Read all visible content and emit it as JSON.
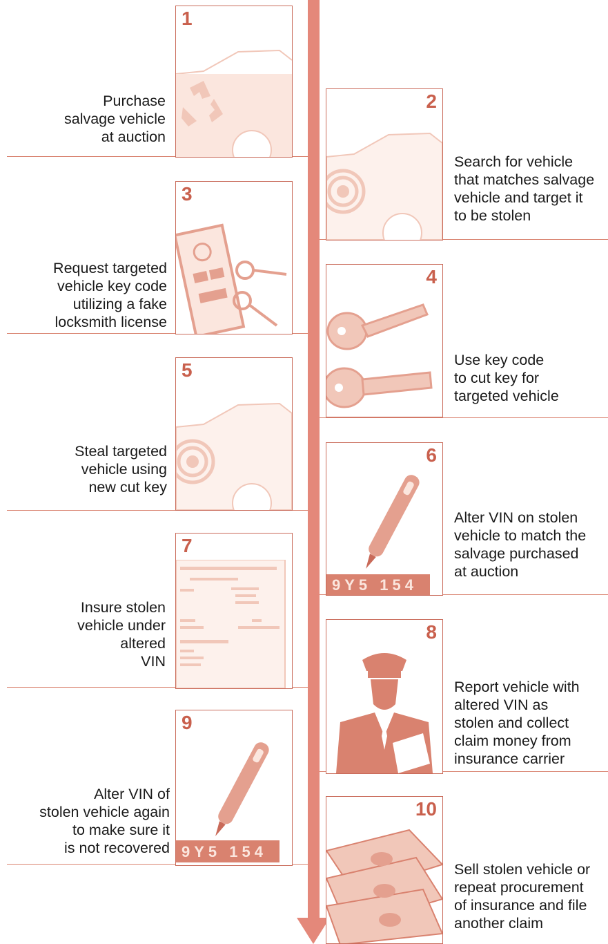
{
  "colors": {
    "accent": "#e4887a",
    "number": "#c9604d",
    "illustration": "#f1c7b9"
  },
  "steps": [
    {
      "num": "1",
      "text": "Purchase\nsalvage vehicle\nat auction",
      "icon": "salvage-car-recycle-icon"
    },
    {
      "num": "2",
      "text": "Search for vehicle\nthat matches salvage\nvehicle and target it\nto be stolen",
      "icon": "target-car-icon"
    },
    {
      "num": "3",
      "text": "Request targeted\nvehicle key code\nutilizing a fake\nlocksmith license",
      "icon": "license-keys-icon"
    },
    {
      "num": "4",
      "text": "Use key code\nto cut key for\ntargeted vehicle",
      "icon": "keys-icon"
    },
    {
      "num": "5",
      "text": "Steal targeted\nvehicle using\nnew cut key",
      "icon": "target-car-icon"
    },
    {
      "num": "6",
      "text": "Alter VIN on stolen\nvehicle to match the\nsalvage purchased\nat auction",
      "icon": "engraver-vin-icon",
      "vin": "9Y5 154"
    },
    {
      "num": "7",
      "text": "Insure stolen\nvehicle under\naltered\nVIN",
      "icon": "insurance-document-icon"
    },
    {
      "num": "8",
      "text": "Report vehicle with\naltered VIN as\nstolen and collect\nclaim money from\ninsurance carrier",
      "icon": "police-officer-icon"
    },
    {
      "num": "9",
      "text": "Alter VIN of\nstolen vehicle again\nto make sure it\nis not recovered",
      "icon": "engraver-vin-icon",
      "vin": "9Y5 154"
    },
    {
      "num": "10",
      "text": "Sell stolen vehicle or\nrepeat procurement\nof insurance and file\nanother claim",
      "icon": "money-stack-icon"
    }
  ]
}
